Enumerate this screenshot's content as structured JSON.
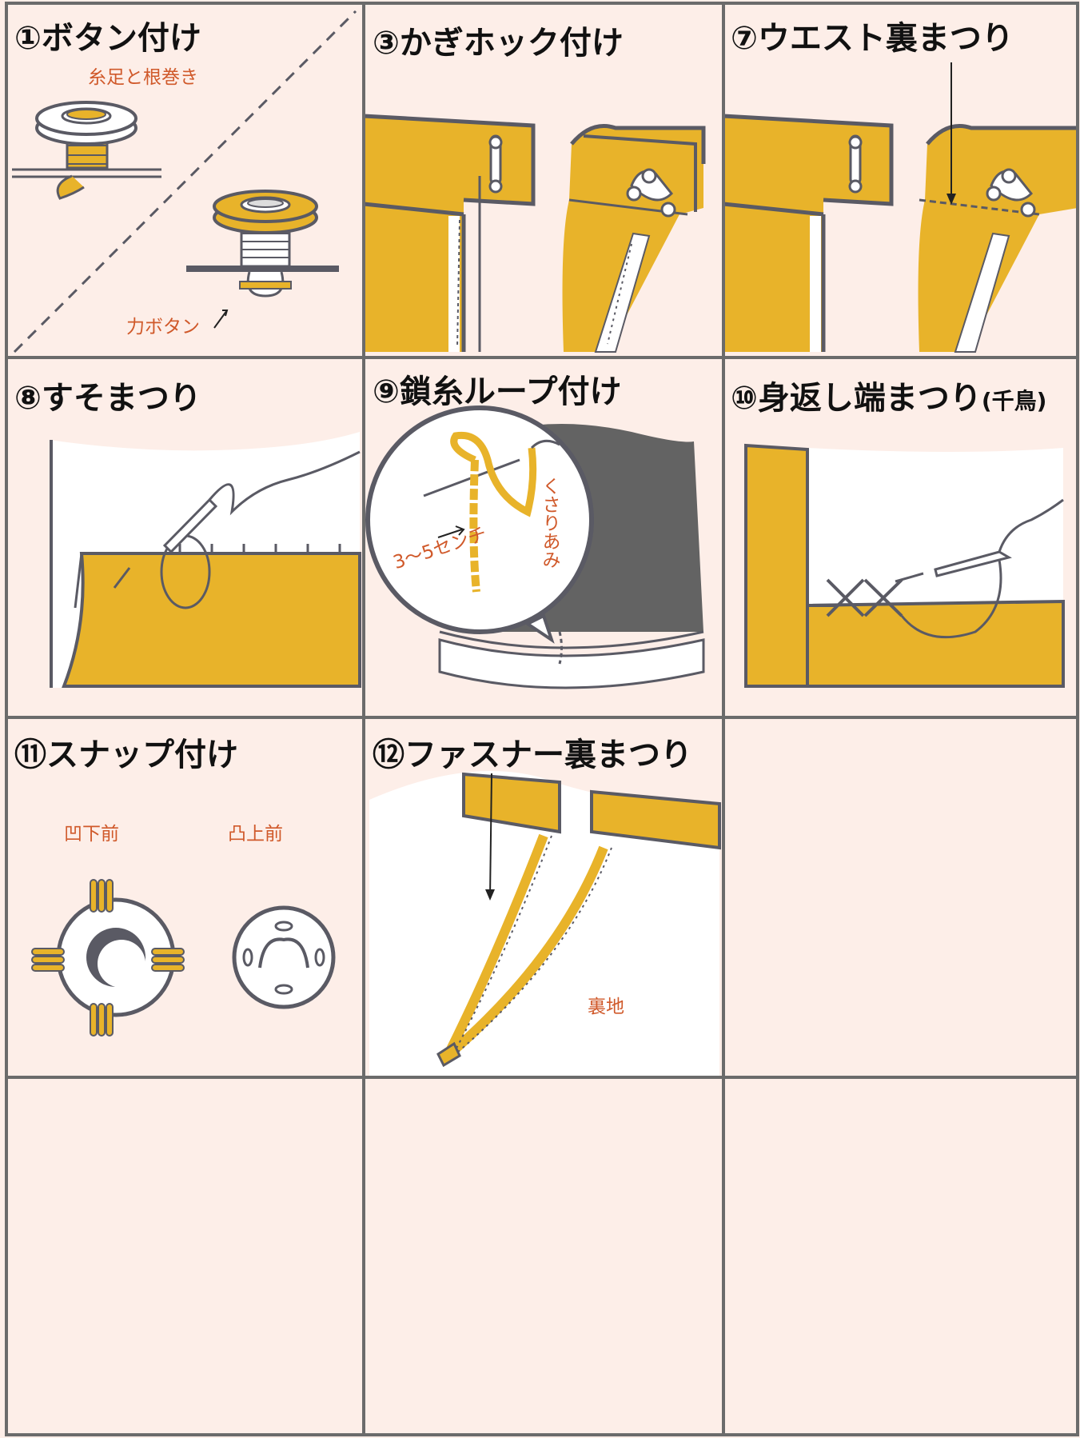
{
  "panels": {
    "p1": {
      "title": "①ボタン付け",
      "notes": {
        "thread": "糸足と根巻き",
        "backing": "力ボタン"
      }
    },
    "p3": {
      "title": "③かぎホック付け"
    },
    "p7": {
      "title": "⑦ウエスト裏まつり"
    },
    "p8": {
      "title": "⑧すそまつり"
    },
    "p9": {
      "title": "⑨鎖糸ループ付け",
      "notes": {
        "length": "3〜5センチ",
        "technique": "くさりあみ"
      }
    },
    "p10": {
      "title": "⑩身返し端まつり",
      "title_suffix": "(千鳥)"
    },
    "p11": {
      "title": "⑪スナップ付け",
      "notes": {
        "concave": "凹下前",
        "convex": "凸上前"
      }
    },
    "p12": {
      "title": "⑫ファスナー裏まつり",
      "notes": {
        "lining": "裏地"
      }
    }
  },
  "colors": {
    "background": "#fdeee8",
    "fabric_yellow": "#e8b32a",
    "outline": "#5a5a64",
    "annotation": "#d0592a",
    "dark_fabric": "#636363"
  }
}
